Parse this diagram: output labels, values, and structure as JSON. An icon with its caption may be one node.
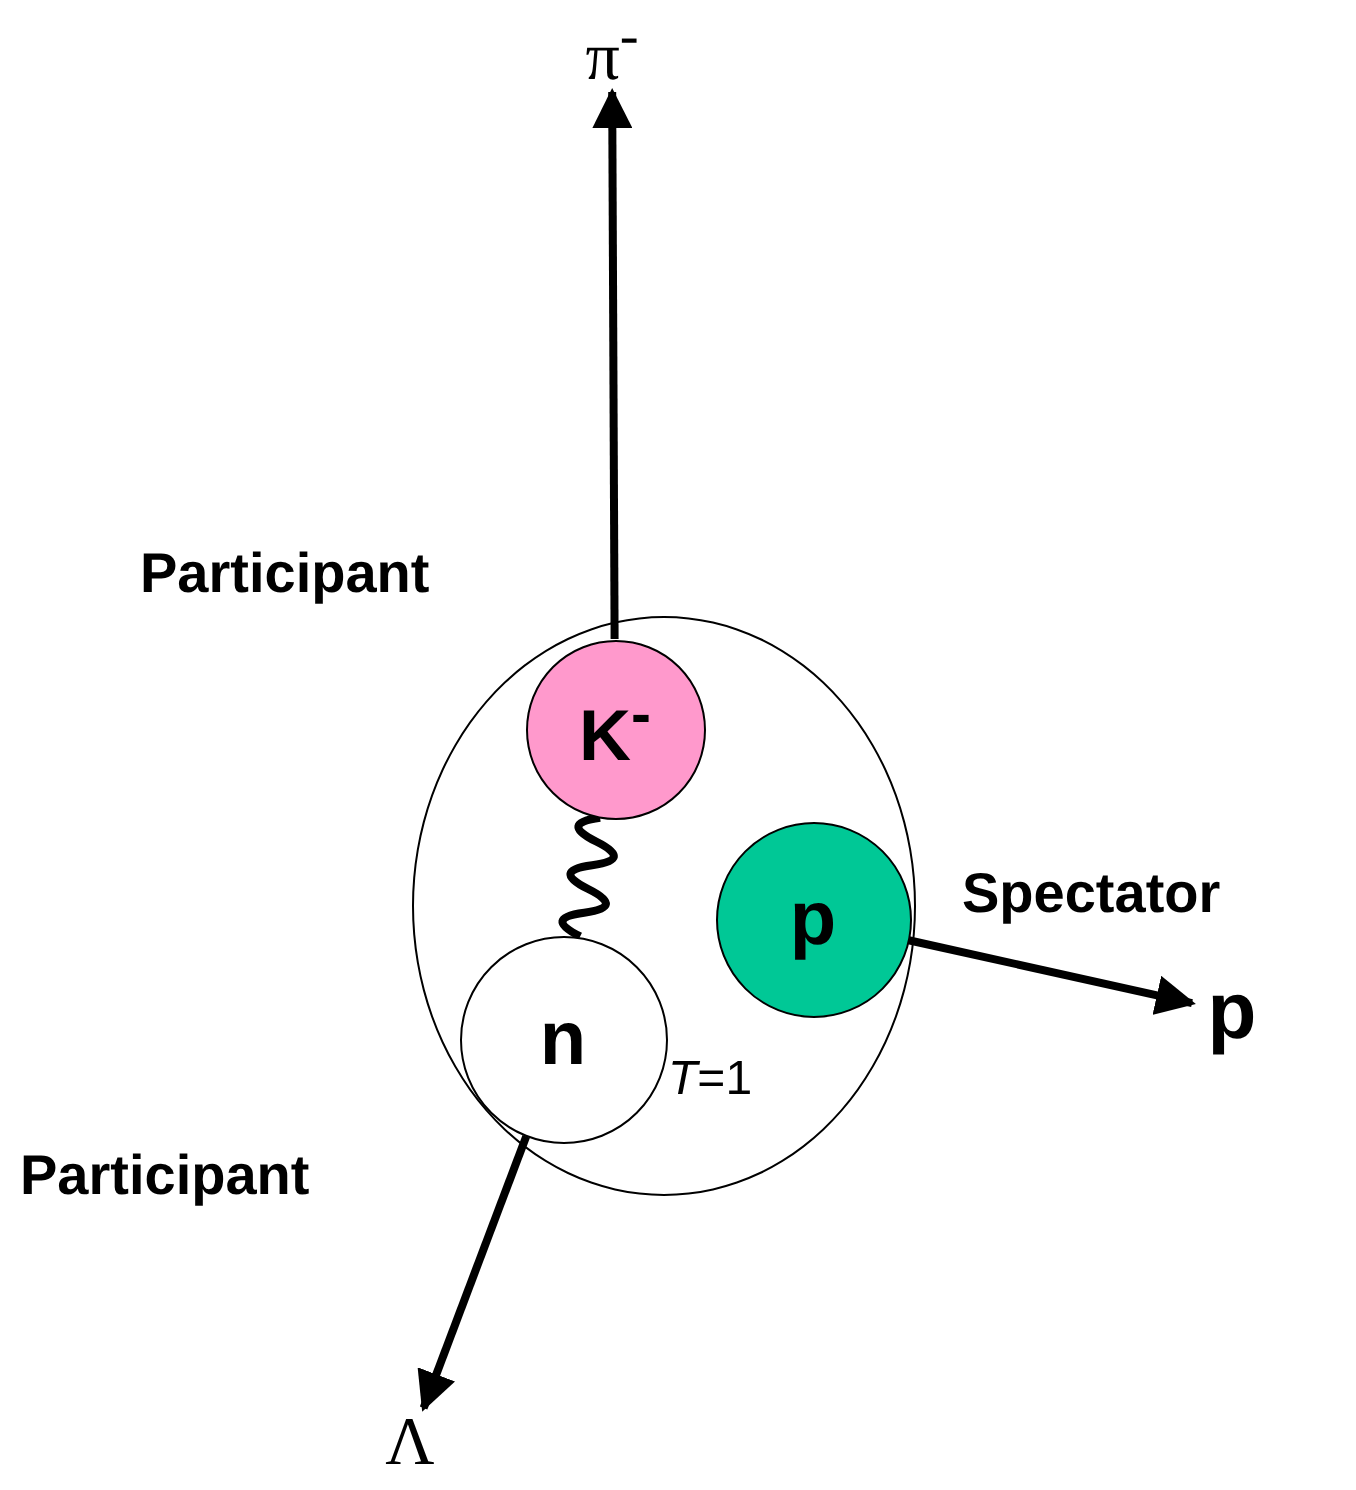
{
  "diagram": {
    "nodes": [
      {
        "text": [],
        "shape": "circle"
      },
      {
        "text": [
          "K$^{-}$"
        ],
        "in": 0
      },
      {
        "text": [
          "p"
        ],
        "in": 0
      },
      {
        "text": [
          "n"
        ],
        "in": 0,
        "beside": [
          "*T*=1"
        ]
      },
      {
        "text": [
          "π$^{-}$"
        ]
      },
      {
        "text": [
          "p"
        ]
      },
      {
        "text": [
          "Λ"
        ]
      }
    ],
    "edges": [
      {
        "from": 1,
        "to": 4,
        "arrow": "to"
      },
      {
        "from": 1,
        "to": 3,
        "arrow": "none"
      },
      {
        "from": 2,
        "to": 5,
        "arrow": "to"
      },
      {
        "from": 3,
        "to": 6,
        "arrow": "to"
      }
    ],
    "labels": [
      "Participant",
      "Spectator",
      "Participant"
    ]
  }
}
